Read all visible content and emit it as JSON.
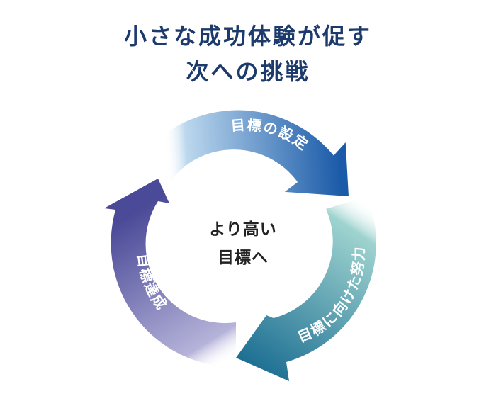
{
  "title": {
    "line1": "小さな成功体験が促す",
    "line2": "次への挑戦"
  },
  "cycle": {
    "center_line1": "より高い",
    "center_line2": "目標へ",
    "steps": [
      {
        "label": "目標の設定",
        "color_start": "#d6e7f4",
        "color_end": "#1a5aa8"
      },
      {
        "label": "目標に向けた努力",
        "color_start": "#d9efec",
        "color_end": "#1f7f96"
      },
      {
        "label": "目標達成",
        "color_start": "#eceaf4",
        "color_end": "#4b4a98"
      }
    ]
  },
  "colors": {
    "title": "#1c3a6b",
    "center_text": "#222222",
    "label_text": "#ffffff"
  }
}
